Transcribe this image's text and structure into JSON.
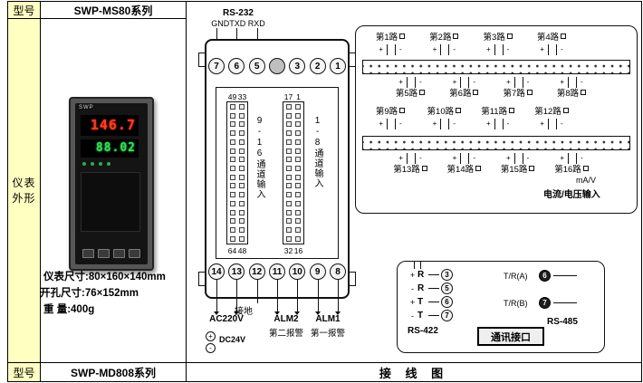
{
  "colors": {
    "cell_yellow": "#ffffc2",
    "line": "#111111",
    "pv_red": "#ff3b1f",
    "sv_green": "#33e05a"
  },
  "symbols": {
    "plus": "+",
    "minus": "-"
  },
  "header": {
    "model_label": "型号",
    "model_value": "SWP-MS80系列"
  },
  "footer": {
    "model_label": "型号",
    "model_value": "SWP-MD808系列",
    "diagram_title": "接 线 图"
  },
  "sidebar": {
    "label": "仪表外形"
  },
  "instrument": {
    "brand": "SWP",
    "pv": "146.7",
    "sv": "88.02",
    "specs": [
      "仪表尺寸:80×160×140mm",
      "开孔尺寸:76×152mm",
      "重 量:400g"
    ]
  },
  "device": {
    "rs232": "RS-232",
    "rs232_pins": "GNDTXD RXD",
    "top_terminals": [
      "7",
      "6",
      "5",
      "",
      "3",
      "2",
      "1"
    ],
    "bottom_terminals": [
      "14",
      "13",
      "12",
      "11",
      "10",
      "9",
      "8"
    ],
    "left_strip": {
      "label": "9-16通道输入",
      "top_left": "49",
      "top_right": "33",
      "bottom_left": "64",
      "bottom_right": "48"
    },
    "right_strip": {
      "label": "1-8通道输入",
      "top_left": "17",
      "top_right": "1",
      "bottom_left": "32",
      "bottom_right": "16"
    },
    "power": "AC220V",
    "ground": "接地",
    "alm2": "ALM2",
    "alm1": "ALM1",
    "alarm2": "第二报警",
    "alarm1": "第一报警",
    "dc": "DC24V",
    "dc_plus": "+",
    "dc_minus": "-"
  },
  "channels": {
    "row1": [
      "第1路",
      "第2路",
      "第3路",
      "第4路"
    ],
    "row2": [
      "第5路",
      "第6路",
      "第7路",
      "第8路"
    ],
    "row3": [
      "第9路",
      "第10路",
      "第11路",
      "第12路"
    ],
    "row4": [
      "第13路",
      "第14路",
      "第15路",
      "第16路"
    ],
    "unit": "mA/V",
    "input_label": "电流/电压输入"
  },
  "comm": {
    "left": [
      {
        "sign": "+",
        "name": "R",
        "num": "3"
      },
      {
        "sign": "-",
        "name": "R",
        "num": "5"
      },
      {
        "sign": "+",
        "name": "T",
        "num": "6"
      },
      {
        "sign": "-",
        "name": "T",
        "num": "7"
      }
    ],
    "right": [
      {
        "name": "T/R(A)",
        "num": "6"
      },
      {
        "name": "T/R(B)",
        "num": "7"
      }
    ],
    "rs422": "RS-422",
    "rs485": "RS-485",
    "title": "通讯接口"
  }
}
